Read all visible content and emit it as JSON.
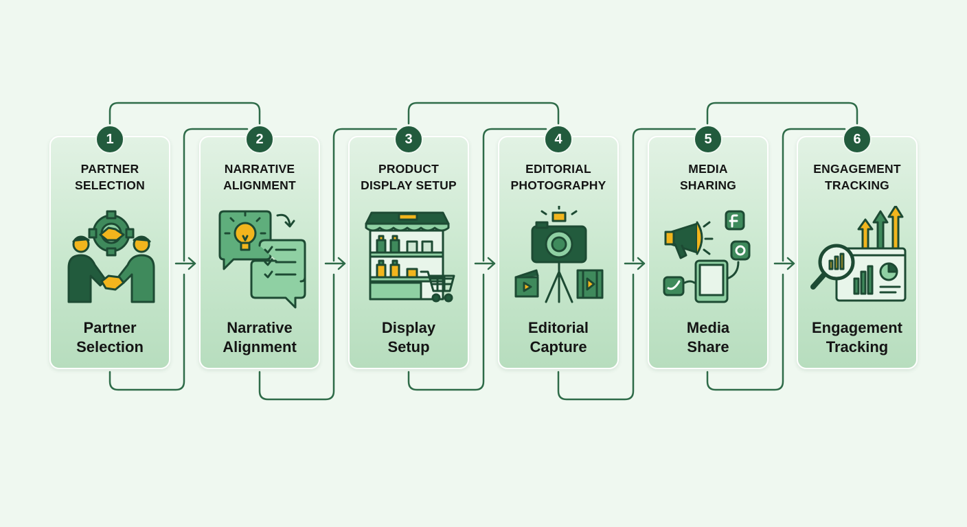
{
  "steps": [
    {
      "number": "1",
      "heading": "PARTNER\nSELECTION",
      "caption": "Partner\nSelection",
      "icon": "handshake-icon"
    },
    {
      "number": "2",
      "heading": "NARRATIVE\nALIGNMENT",
      "caption": "Narrative\nAlignment",
      "icon": "lightbulb-chat-icon"
    },
    {
      "number": "3",
      "heading": "PRODUCT\nDISPLAY SETUP",
      "caption": "Display\nSetup",
      "icon": "store-shelf-icon"
    },
    {
      "number": "4",
      "heading": "EDITORIAL\nPHOTOGRAPHY",
      "caption": "Editorial\nCapture",
      "icon": "camera-tripod-icon"
    },
    {
      "number": "5",
      "heading": "MEDIA\nSHARING",
      "caption": "Media\nShare",
      "icon": "megaphone-social-icon"
    },
    {
      "number": "6",
      "heading": "ENGAGEMENT\nTRACKING",
      "caption": "Engagement\nTracking",
      "icon": "analytics-chart-icon"
    }
  ],
  "colors": {
    "background": "#eff8f0",
    "dark_green": "#225b3d",
    "light_green": "#8fd0a3",
    "accent_yellow": "#f2b51d",
    "connector": "#2e6b48"
  }
}
